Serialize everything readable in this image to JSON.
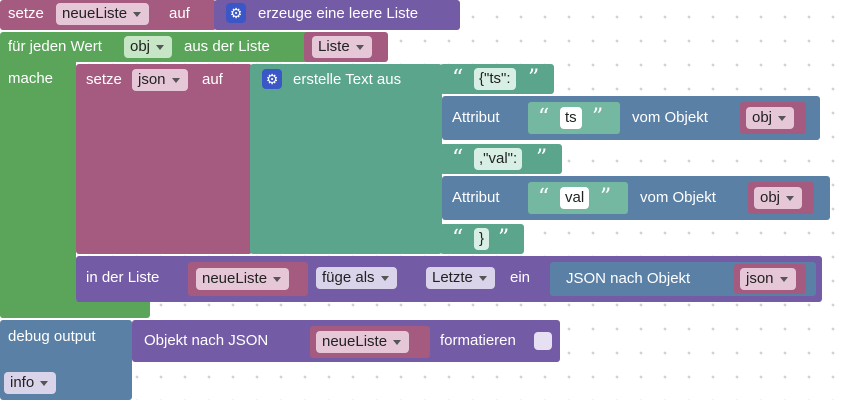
{
  "set_list": {
    "setze": "setze",
    "variable": "neueListe",
    "auf": "auf",
    "create_empty": "erzeuge eine leere Liste"
  },
  "for_each": {
    "label": "für jeden Wert",
    "variable": "obj",
    "from_list": "aus der Liste",
    "list_var": "Liste",
    "do_label": "mache"
  },
  "set_json": {
    "setze": "setze",
    "variable": "json",
    "auf": "auf",
    "create_text": "erstelle Text aus",
    "parts": [
      {
        "type": "text",
        "value": "{\"ts\":"
      },
      {
        "type": "attribute",
        "attr_label": "Attribut",
        "attr_value": "ts",
        "of_object": "vom Objekt",
        "object_var": "obj"
      },
      {
        "type": "text",
        "value": ",\"val\":"
      },
      {
        "type": "attribute",
        "attr_label": "Attribut",
        "attr_value": "val",
        "of_object": "vom Objekt",
        "object_var": "obj"
      },
      {
        "type": "text",
        "value": "}"
      }
    ]
  },
  "list_insert": {
    "in_list": "in der Liste",
    "list_var": "neueListe",
    "mode": "füge als",
    "position": "Letzte",
    "ein": "ein",
    "json_to_object": "JSON nach Objekt",
    "json_var": "json"
  },
  "debug": {
    "label": "debug output",
    "object_to_json": "Objekt nach JSON",
    "list_var": "neueListe",
    "format_label": "formatieren",
    "level": "info"
  },
  "icons": {
    "mutator": "gear-icon"
  },
  "colors": {
    "variables": "#a55b80",
    "lists": "#745ba5",
    "text": "#5ba58c",
    "loops": "#5ba55b",
    "objects": "#5b80a5"
  }
}
